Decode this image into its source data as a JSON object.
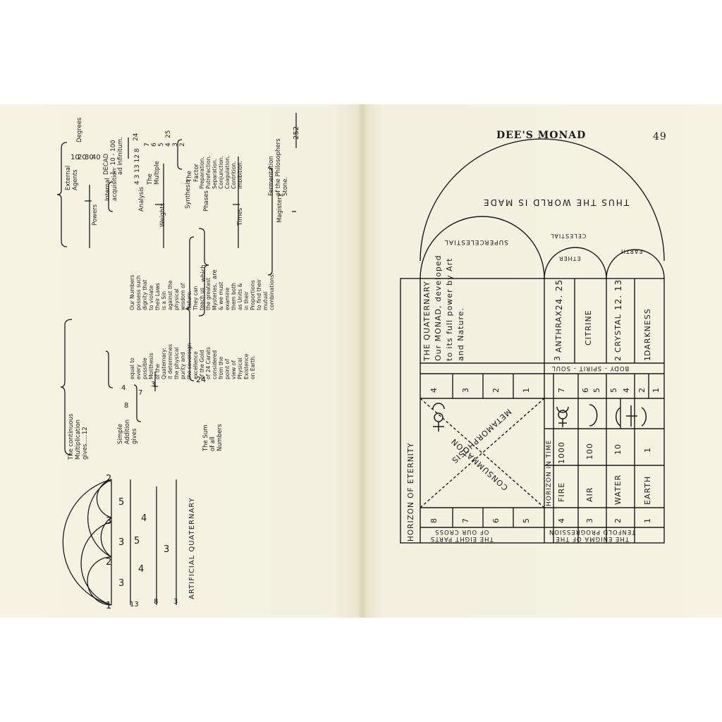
{
  "header": {
    "title": "DEE'S MONAD",
    "page_number": "49"
  },
  "left": {
    "artificial_quaternary": "ARTIFICIAL QUATERNARY",
    "diagram_numbers": {
      "top": [
        "1",
        "2",
        "3",
        "2"
      ],
      "circles": [
        "3",
        "3",
        "5",
        "5",
        "4",
        "4",
        "3"
      ],
      "side": [
        "13",
        "8",
        "3"
      ]
    },
    "continuous": "The continuous\nMultiplication\ngives.....12",
    "simple_addition": "Simple\nAddition\ngives",
    "simple_numbers": [
      "4",
      "8",
      "7",
      "3"
    ],
    "sum_all": "The Sum\nof all\nNumbers",
    "sum_value": "24",
    "col_equal": "equal to\nevery\npossible\nMolithesis\nof the\nQuaternary:\nit determines\nthe physical\npurity and\nthe sovereign\nexcellence\nof the Gold\nof 24 Carats\nconsidered\nfrom the\npoint of\nview of\nPhysical\nExistence\non Earth.",
    "col_numbers": "Our Numbers\npossess such\ndignity that\nto violate\ntheir Laws\nis a Sin\nagainst the\nphysical\nwisdom of\nNature.\nThey can\nteach us\nthe greatest\nMysteries,\n& we must\nexamine\nthem both\nas Units &\nin their\nProportions\nto find their\nmutual\ncombinations.",
    "which": "which",
    "are": "are",
    "powers": "Powers",
    "weights": "Weights",
    "times": "Times",
    "external_agents": "External\nAgents",
    "degrees_vals": [
      "10",
      "20",
      "30",
      "40"
    ],
    "degrees": "Degrees",
    "internal_acquisition": "Internal\nacquisition",
    "decad": "DECAD\n1 - 10 - 100\nad infinitum.",
    "analysis": "Analysis",
    "analysis_nums": "4   3   13  12  8",
    "multiple": "The\nMultiple",
    "multiple_nums": [
      "24",
      "7",
      "6",
      "5",
      "4",
      "3",
      "2",
      "25"
    ],
    "synthesis": "Synthesis",
    "factor": "The\nFactor",
    "phases": "Phases",
    "phases_list": "Preparation.\nPutrefaction.\nSeparation.\nConjunction.\nCoagulation.\nContrition.\nImbibition.",
    "magistery": "Magistery",
    "fermentation": "Fermentation\nof the Philosophers\nStone.",
    "fermentation_value": "252"
  },
  "right": {
    "arch": "THUS THE WORLD IS MADE",
    "supercelestial": "SUPERCELESTIAL",
    "ether": "ETHER",
    "celestial": "CELESTIAL",
    "earth_arch": "EARTH",
    "quaternary": "THE QUATERNARY\nOur MONAD, developed\nto its full power by Art\nand Nature.",
    "anthrax": "ANTHRAX",
    "anthrax_val": "24. 25",
    "citrine": "CITRINE",
    "crystal": "CRYSTAL",
    "crystal_val": "12. 13",
    "darkness": "DARKNESS",
    "nums_three": [
      "3",
      "2",
      "1"
    ],
    "body_spirit_soul": "BODY - SPIRIT - SOUL",
    "row_numbers": [
      "4",
      "3",
      "2",
      "1",
      "7",
      "6",
      "5",
      "5",
      "4",
      "2",
      "1"
    ],
    "horizon_eternity": "HORIZON OF ETERNITY",
    "horizon_time": "HORIZON IN TIME",
    "consummation": "CONSUMMATION",
    "metamorphosis": "METAMORPHOSIS",
    "elements": [
      "FIRE",
      "AIR",
      "WATER",
      "EARTH"
    ],
    "element_vals": [
      "1000",
      "100",
      "10",
      "1"
    ],
    "element_nums": [
      "4",
      "3",
      "2",
      "1"
    ],
    "cross_nums": [
      "8",
      "7",
      "6",
      "5"
    ],
    "eight_parts": "THE EIGHT PARTS\nOF OUR CROSS",
    "enigma": "THE ENIGMA OF THE\nTENFOLD PROGRESSION"
  }
}
